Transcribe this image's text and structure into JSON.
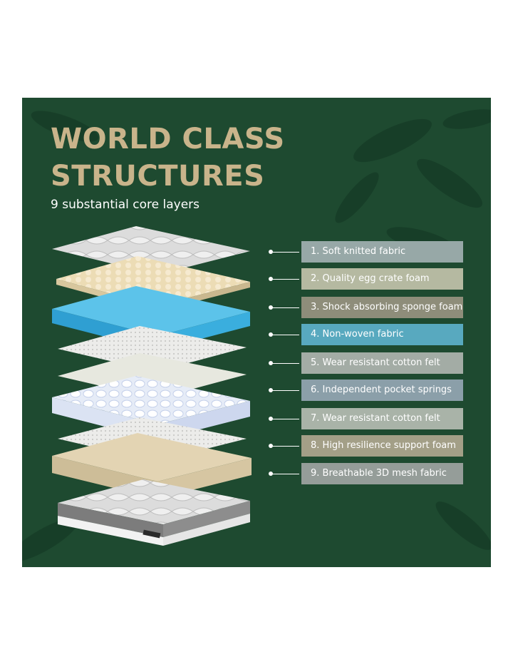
{
  "header": {
    "title_line1": "WORLD CLASS",
    "title_line2": "STRUCTURES",
    "subtitle": "9 substantial core layers"
  },
  "layers": [
    {
      "label": "1. Soft knitted fabric",
      "color": "#97a8a7"
    },
    {
      "label": "2. Quality egg crate foam",
      "color": "#b5b9a1"
    },
    {
      "label": "3. Shock absorbing sponge foam",
      "color": "#8e8d7a"
    },
    {
      "label": "4. Non-woven fabric",
      "color": "#58a9bf"
    },
    {
      "label": "5. Wear resistant cotton felt",
      "color": "#a3aca5"
    },
    {
      "label": "6. Independent pocket springs",
      "color": "#8b9fa9"
    },
    {
      "label": "7. Wear resistant cotton felt",
      "color": "#a9b3a8"
    },
    {
      "label": "8. High resilience support foam",
      "color": "#a39f87"
    },
    {
      "label": "9. Breathable 3D mesh fabric",
      "color": "#959d99"
    }
  ],
  "colors": {
    "panel_background": "#1e4a30",
    "title": "#c9b48b"
  }
}
